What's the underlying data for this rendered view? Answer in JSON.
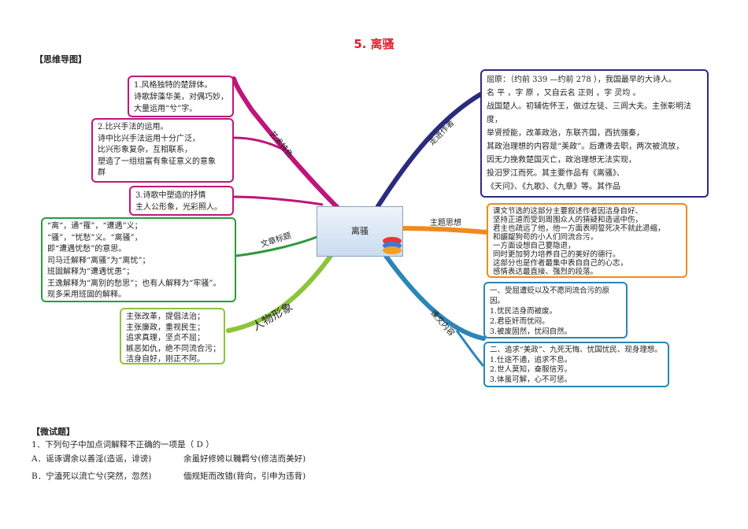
{
  "title": "5. 离骚",
  "mindmap_label": "【思维导图】",
  "center": "离骚",
  "branches": {
    "art": "艺术特色",
    "title_explain": "文章标题",
    "character": "人物形象",
    "author": "走进作者",
    "theme": "主题思想",
    "content": "课文内容"
  },
  "art_boxes": [
    [
      "1.风格独特的楚辞体。",
      "诗歌辞藻华美，对偶巧妙，",
      "大量运用“兮”字。"
    ],
    [
      "2.比兴手法的运用。",
      "诗中比兴手法运用十分广泛，",
      "比兴形象复杂，互相联系，",
      "塑造了一组组富有象征意义的意象",
      "群"
    ],
    [
      "3.诗歌中塑造的抒情",
      "主人公形象，光彩照人。"
    ]
  ],
  "title_box": [
    "“离”，通“罹”，“遭遇”义；",
    "“骚”，“忧愁”义。“离骚”，",
    "即“遭遇忧愁”的意思。",
    "司马迁解释“离骚”为“离忧”；",
    "班固解释为“遭遇忧患”；",
    "王逸解释为“离别的愁思”；也有人解释为“牢骚”。",
    "现多采用班固的解释。"
  ],
  "character_box": [
    "主张改革，提倡法治；",
    "主张廉政，重视民生；",
    "追求真理，坚贞不屈；",
    "嫉恶如仇，绝不同流合污；",
    "洁身自好，刚正不阿。"
  ],
  "author_box": [
    "屈原：（约前 339 —约前 278 ），我国最早的大诗人。",
    "名 平 ，字 原 ，又自云名 正则 ，字 灵均 。",
    "战国楚人。初辅佐怀王，做过左徒、三闾大夫。主张彰明法",
    "度，",
    "举贤授能，改革政治，东联齐国，西抗强秦，",
    "其政治理想的内容是“美政”。后遭谗去职，两次被流放，",
    "因无力挽救楚国灭亡，政治理想无法实现，",
    "投汨罗江而死。其主要作品有《离骚》、",
    "《天问》、《九歌》、《九章》等。其作品"
  ],
  "theme_box": [
    "课文节选的这部分主要叙述作者因洁身自好、",
    "坚持正道而受到周围众人的猜疑和造谣中伤，",
    "君主也疏远了他，他一方面表明誓死决不就此退缩，",
    "和龌龊狗苟的小人们同流合污，",
    "一方面设想自己要隐退，",
    "同时更加努力培养自己的美好的德行。",
    "这部分也是作者最集中表自自己的心志，",
    "感情表达最直接、强烈的段落。"
  ],
  "content_box1": [
    "一、受屈遭贬以及不愿同流合污的原",
    "因。",
    "1.忧民洁身而被废。",
    "2.君臣奸而忧闷。",
    "3.被废固然，忧闷自然。"
  ],
  "content_box2": [
    "二、追求“美政”、九死无悔、忧国忧民、现身理想。",
    "1.仕途不通，追求不息。",
    "2.世人莫知，奋服信芳。",
    "3.体虽可解，心不可惩。"
  ],
  "quiz": {
    "label": "【微试题】",
    "question": "1．下列句子中加点词解释不正确的一项是（ D ）",
    "options": [
      [
        "A．谣诼谓余以善淫(造谣，诽谤)",
        "余虽好修姱以鞿羁兮(修洁而美好)"
      ],
      [
        "B．宁溘死以流亡兮(突然，忽然)",
        "偭规矩而改错(背向，引申为违背)"
      ]
    ]
  },
  "colors": {
    "title": "#e0202a",
    "art": "#c0157a",
    "title_branch": "#2c9a3c",
    "character": "#8cc43a",
    "author": "#2b2b7e",
    "theme": "#f08a1c",
    "content": "#2a86b8"
  }
}
